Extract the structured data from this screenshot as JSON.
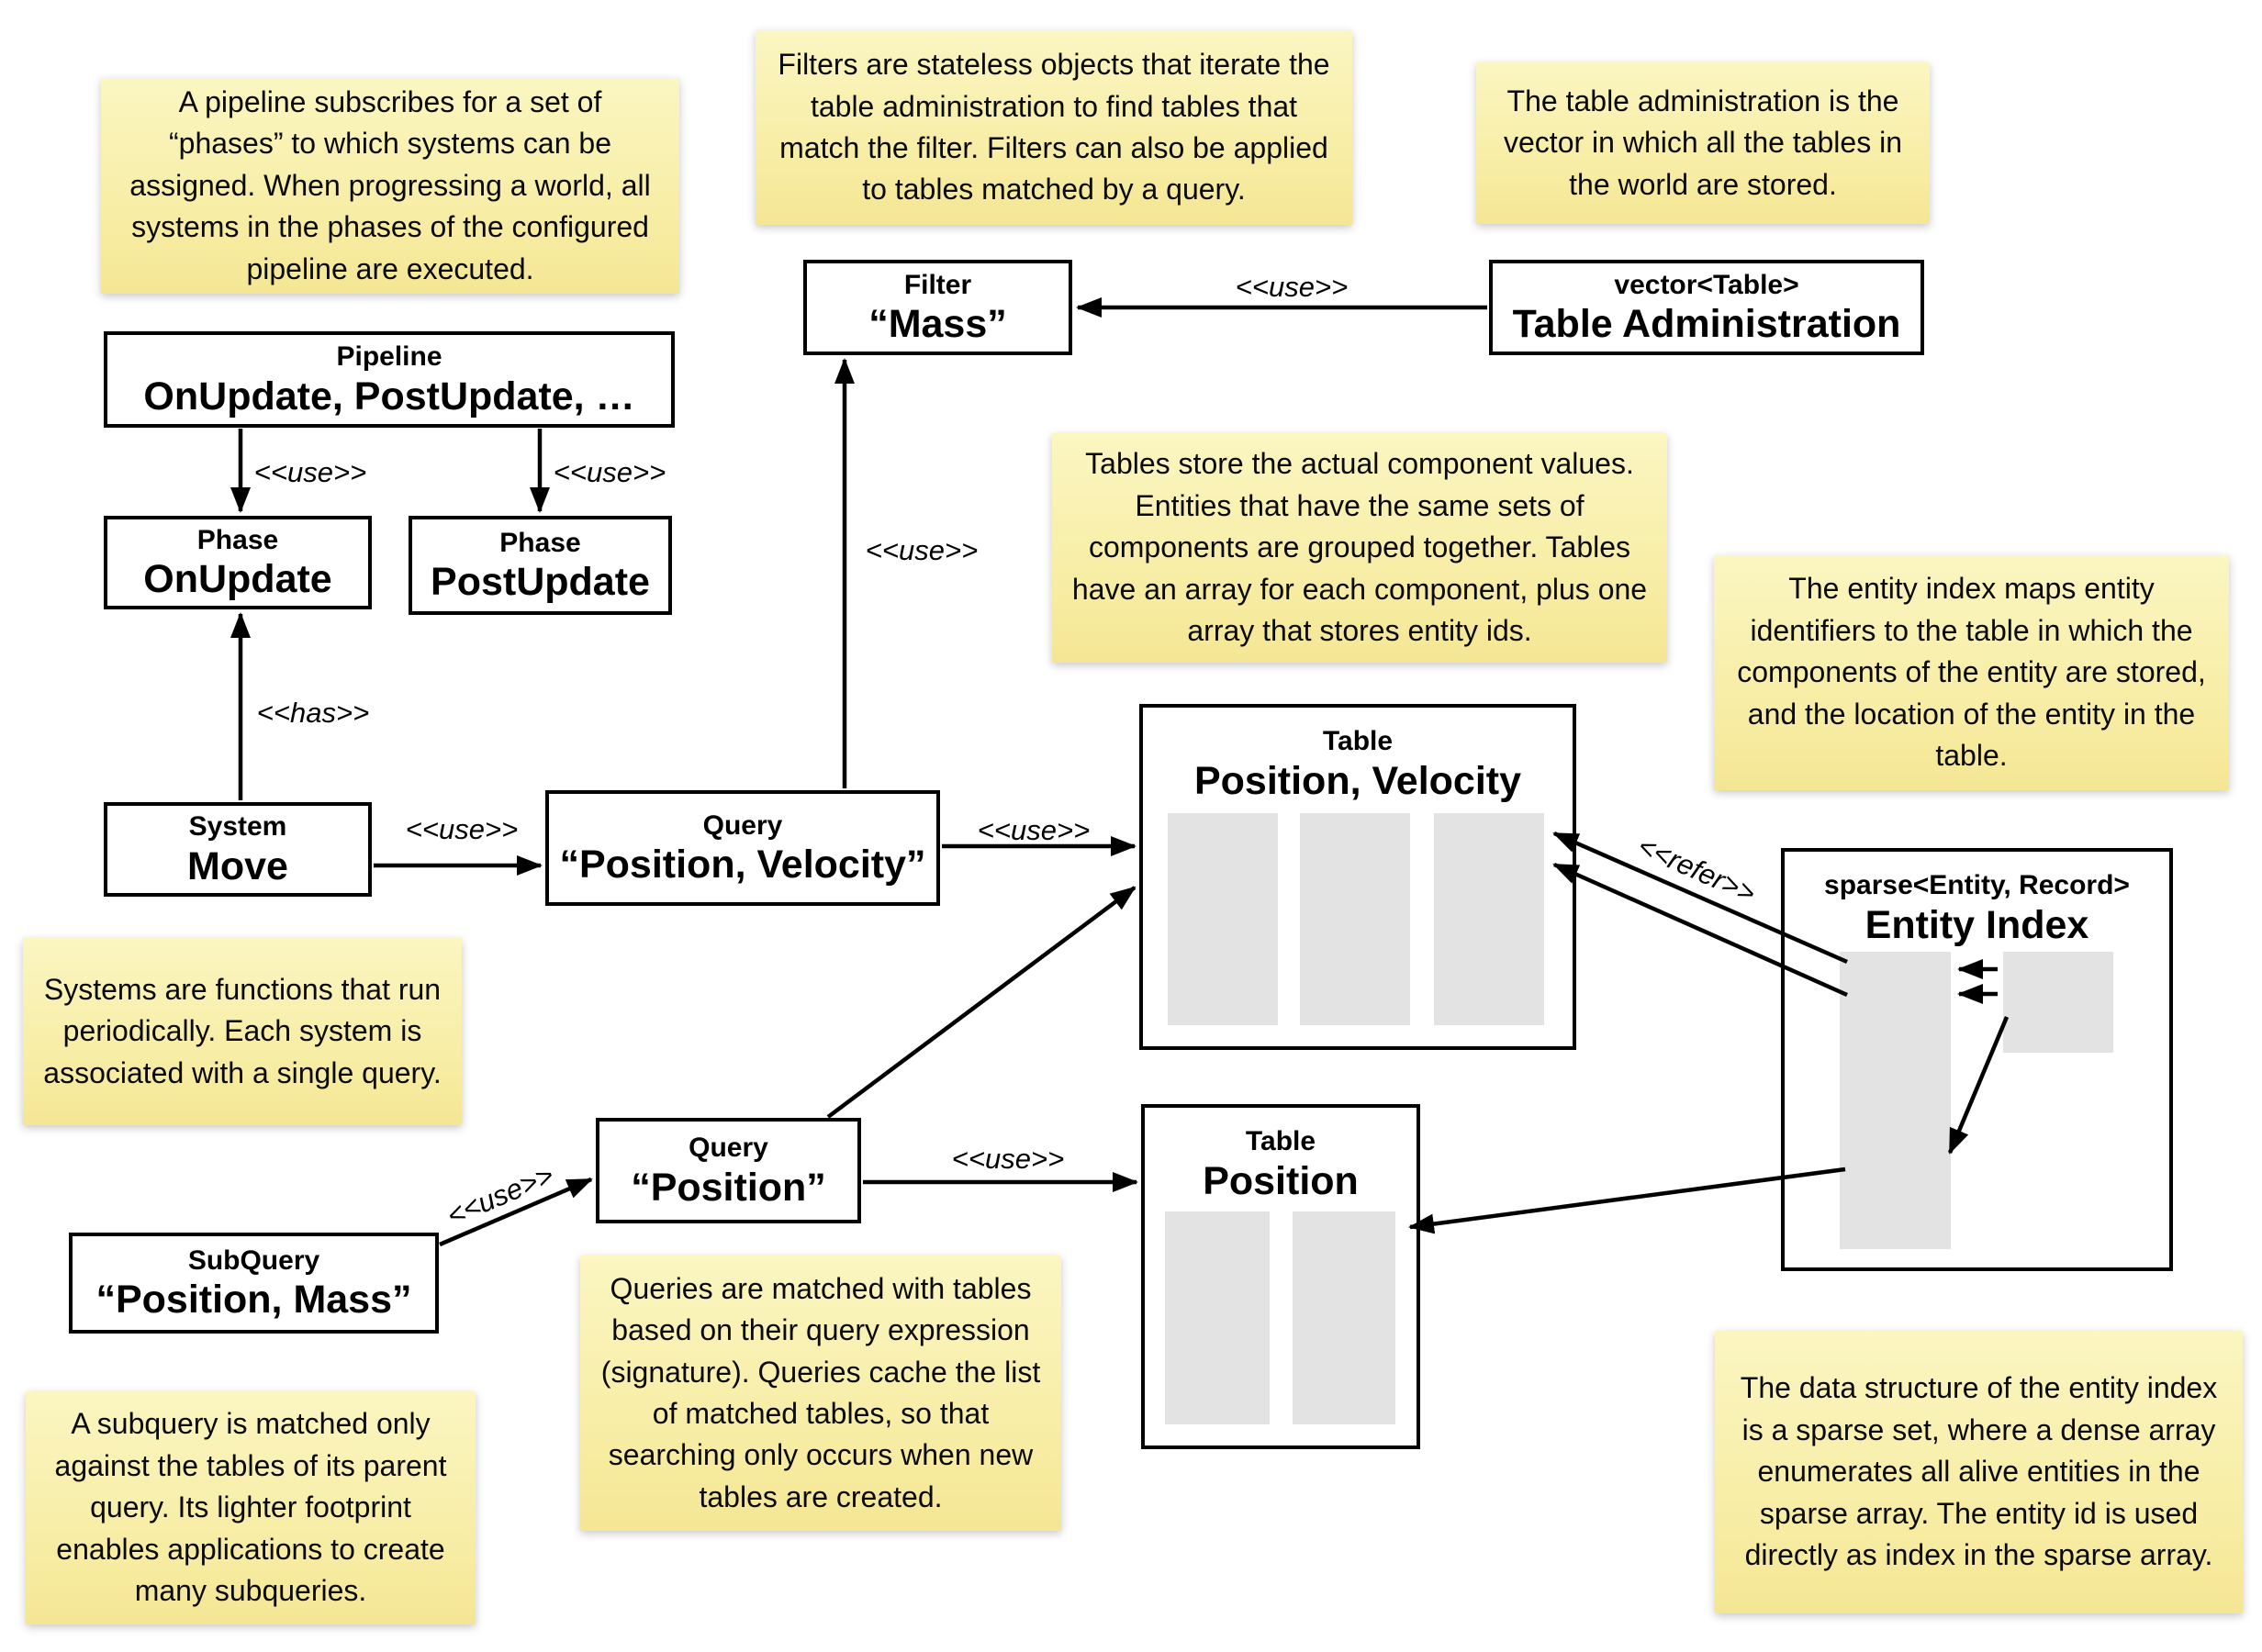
{
  "diagram": {
    "notes": {
      "pipeline": "A pipeline subscribes for a set of “phases” to which systems can be assigned. When progressing a world, all systems in the phases of the configured pipeline are executed.",
      "filters": "Filters are stateless objects that iterate the table administration to find tables that match the filter. Filters can also be applied to tables matched by a query.",
      "table_admin": "The table administration is the vector in which all the tables in the world are stored.",
      "tables": "Tables store the actual component values. Entities that have the same sets of components are grouped together. Tables have an array for each component, plus one array that stores entity ids.",
      "entity_index": "The entity index maps entity identifiers to the table in which the components of the entity are stored, and the location of the entity in the table.",
      "systems": "Systems are functions that run periodically. Each system is associated with a single query.",
      "queries": "Queries are matched with tables based on their query expression (signature). Queries cache the list of matched tables, so that searching only occurs when new tables are created.",
      "subquery": "A subquery is matched only against the tables of its parent query. Its lighter footprint enables applications to create many subqueries.",
      "sparse_set": "The data structure of the entity index is a sparse set, where a dense array enumerates all alive entities in the sparse array. The entity id is used directly as index in the sparse array."
    },
    "boxes": {
      "pipeline": {
        "stereotype": "Pipeline",
        "name": "OnUpdate, PostUpdate, …"
      },
      "phase_onupdate": {
        "stereotype": "Phase",
        "name": "OnUpdate"
      },
      "phase_postupdate": {
        "stereotype": "Phase",
        "name": "PostUpdate"
      },
      "system_move": {
        "stereotype": "System",
        "name": "Move"
      },
      "query_pos_vel": {
        "stereotype": "Query",
        "name": "“Position, Velocity”"
      },
      "filter_mass": {
        "stereotype": "Filter",
        "name": "“Mass”"
      },
      "table_admin": {
        "stereotype": "vector<Table>",
        "name": "Table Administration"
      },
      "table_pos_vel": {
        "stereotype": "Table",
        "name": "Position, Velocity"
      },
      "table_pos": {
        "stereotype": "Table",
        "name": "Position"
      },
      "entity_index": {
        "stereotype": "sparse<Entity, Record>",
        "name": "Entity Index"
      },
      "query_pos": {
        "stereotype": "Query",
        "name": "“Position”"
      },
      "subquery": {
        "stereotype": "SubQuery",
        "name": "“Position, Mass”"
      }
    },
    "edge_labels": {
      "use": "<<use>>",
      "has": "<<has>>",
      "refer": "<<refer>>"
    },
    "colors": {
      "note_bg_top": "#fbf6c2",
      "note_bg_bottom": "#f4e694",
      "box_border": "#000000",
      "array_fill": "#e3e3e3"
    }
  }
}
